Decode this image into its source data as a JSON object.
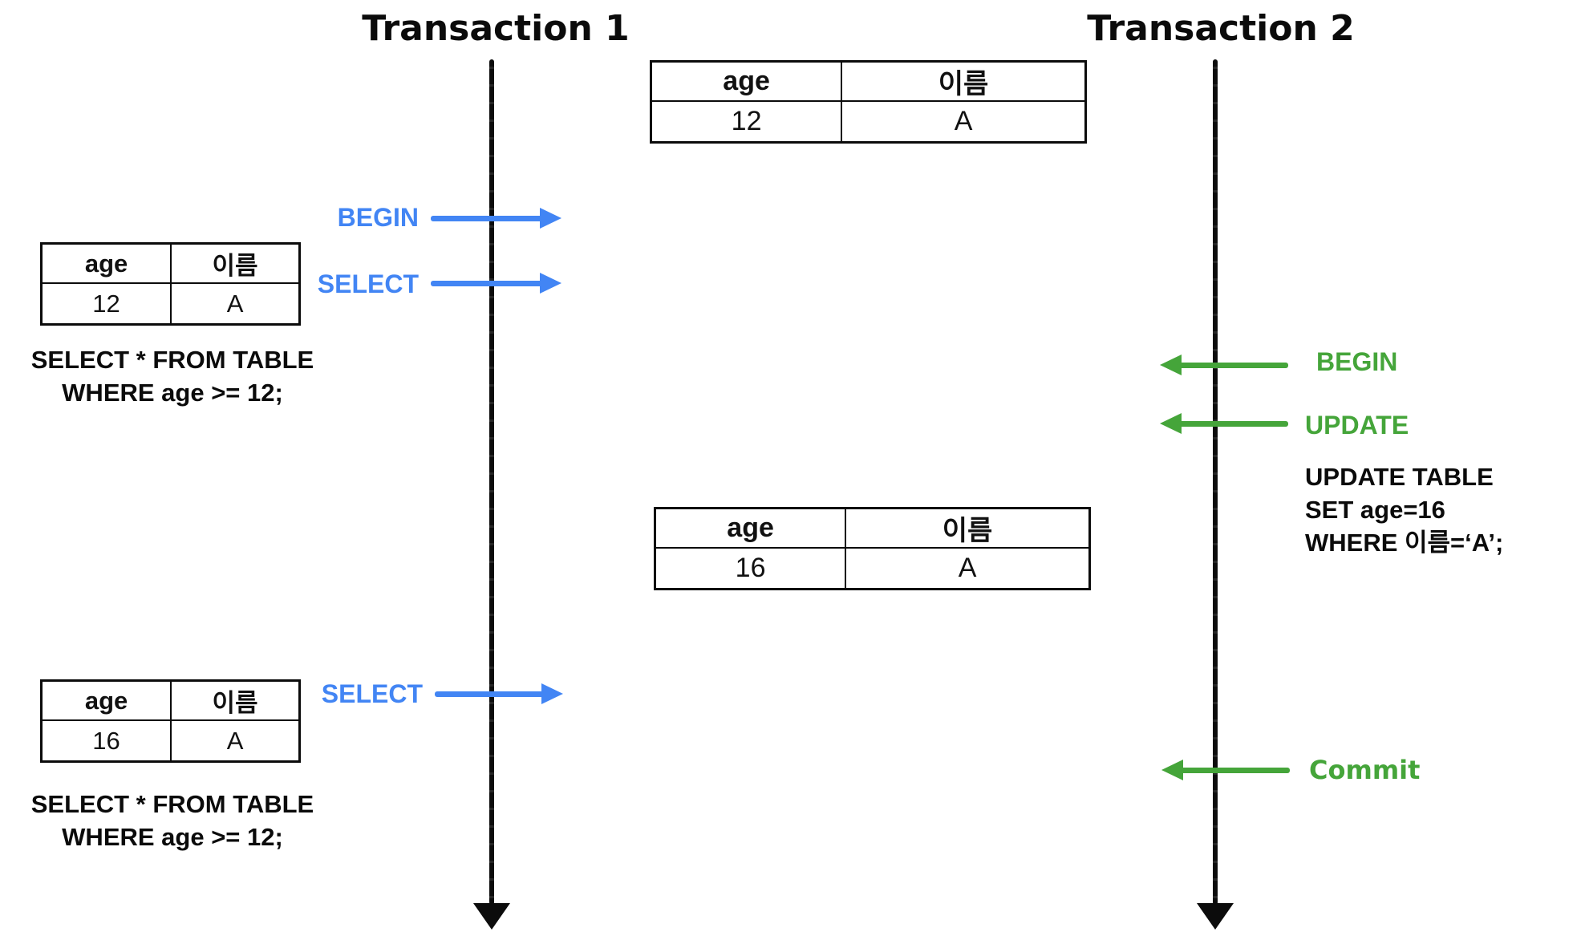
{
  "titles": {
    "transaction1": "Transaction 1",
    "transaction2": "Transaction 2"
  },
  "colors": {
    "select_blue": "#4285f4",
    "update_green": "#45a53a",
    "timeline_black": "#0c0c0c"
  },
  "tables": {
    "initial": {
      "headers": [
        "age",
        "이름"
      ],
      "rows": [
        [
          "12",
          "A"
        ]
      ]
    },
    "t1_first_select": {
      "headers": [
        "age",
        "이름"
      ],
      "rows": [
        [
          "12",
          "A"
        ]
      ]
    },
    "after_update": {
      "headers": [
        "age",
        "이름"
      ],
      "rows": [
        [
          "16",
          "A"
        ]
      ]
    },
    "t1_second_select": {
      "headers": [
        "age",
        "이름"
      ],
      "rows": [
        [
          "16",
          "A"
        ]
      ]
    }
  },
  "ops": {
    "t1_begin": {
      "label": "BEGIN"
    },
    "t1_select_1": {
      "label": "SELECT"
    },
    "t1_select_2": {
      "label": "SELECT"
    },
    "t2_begin": {
      "label": "BEGIN"
    },
    "t2_update": {
      "label": "UPDATE"
    },
    "t2_commit": {
      "label": "Commit"
    }
  },
  "sql": {
    "t1_select_top": {
      "line1": "SELECT * FROM TABLE",
      "line2": "WHERE age >= 12;"
    },
    "t1_select_bottom": {
      "line1": "SELECT * FROM TABLE",
      "line2": "WHERE age >= 12;"
    },
    "t2_update": {
      "line1": "UPDATE TABLE",
      "line2": "SET age=16",
      "line3": "WHERE 이름=‘A’;"
    }
  }
}
